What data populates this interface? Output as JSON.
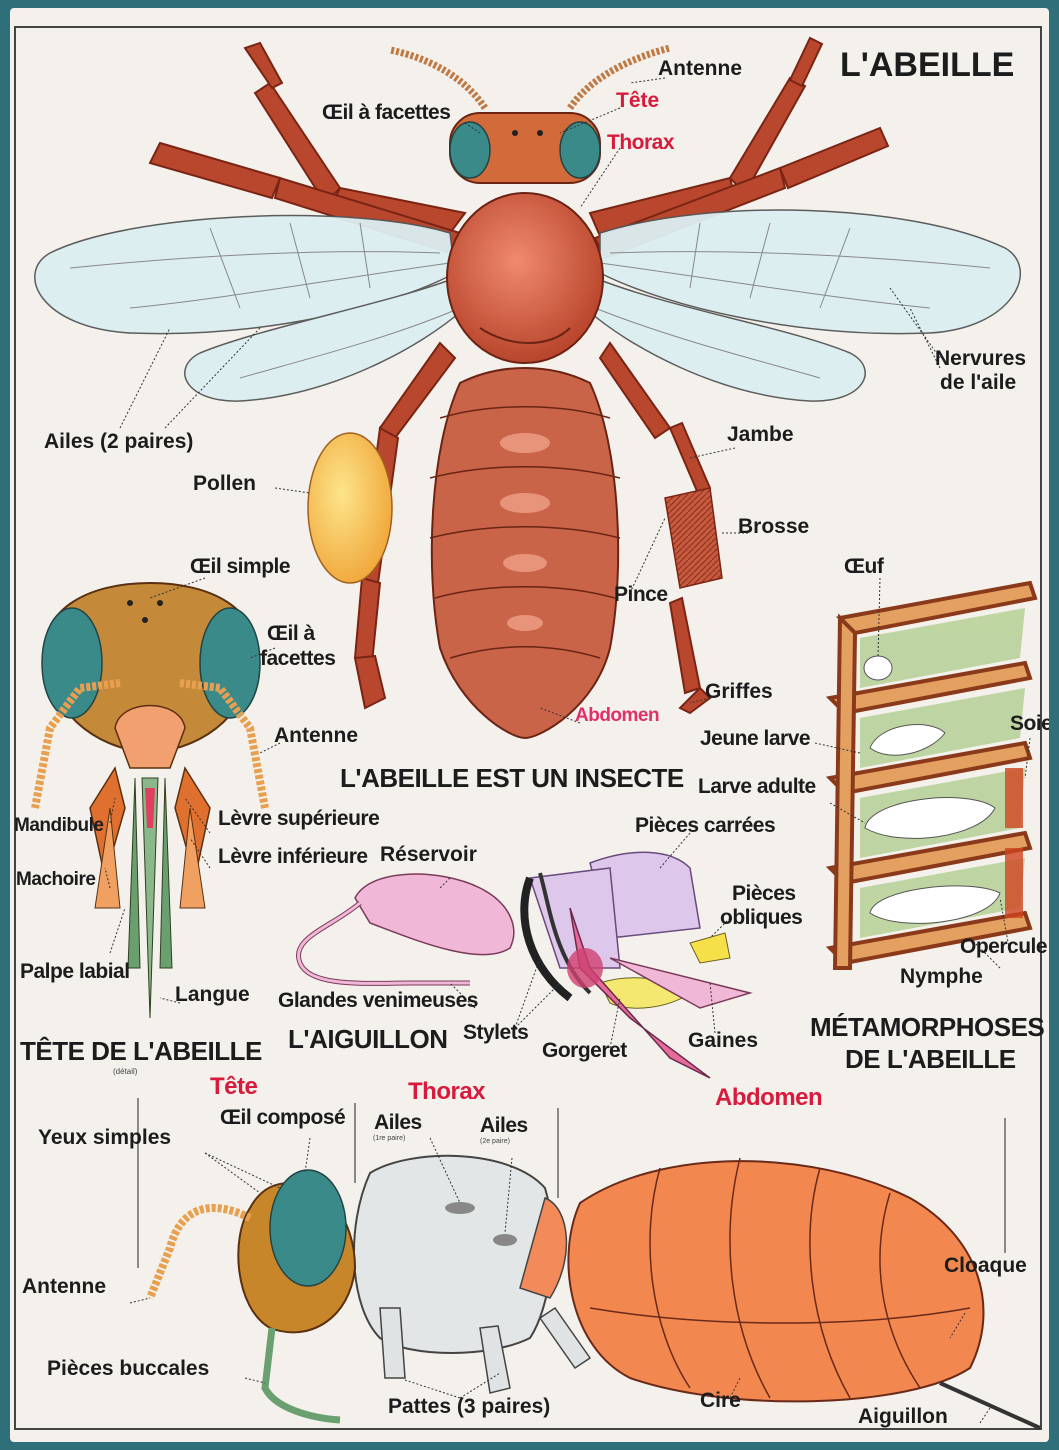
{
  "title": "L'ABEILLE",
  "subtitle": "L'ABEILLE EST UN INSECTE",
  "main_bee_labels": {
    "antenne": "Antenne",
    "tete": "Tête",
    "thorax": "Thorax",
    "oeil_facettes": "Œil à facettes",
    "ailes": "Ailes (2 paires)",
    "nervures_1": "Nervures",
    "nervures_2": "de l'aile",
    "pollen": "Pollen",
    "jambe": "Jambe",
    "brosse": "Brosse",
    "pince": "Pince",
    "griffes": "Griffes",
    "abdomen": "Abdomen"
  },
  "head_section": {
    "title": "TÊTE DE L'ABEILLE",
    "detail": "(détail)",
    "oeil_simple": "Œil simple",
    "oeil_facettes_1": "Œil à",
    "oeil_facettes_2": "facettes",
    "antenne": "Antenne",
    "mandibule": "Mandibule",
    "machoire": "Machoire",
    "levre_sup": "Lèvre supérieure",
    "levre_inf": "Lèvre inférieure",
    "palpe": "Palpe labial",
    "langue": "Langue"
  },
  "sting_section": {
    "title": "L'AIGUILLON",
    "reservoir": "Réservoir",
    "pieces_carrees": "Pièces carrées",
    "pieces_obliques_1": "Pièces",
    "pieces_obliques_2": "obliques",
    "glandes": "Glandes venimeuses",
    "stylets": "Stylets",
    "gorgeret": "Gorgeret",
    "gaines": "Gaines"
  },
  "metamorphosis_section": {
    "title_1": "MÉTAMORPHOSES",
    "title_2": "DE L'ABEILLE",
    "oeuf": "Œuf",
    "soie": "Soie",
    "jeune_larve": "Jeune larve",
    "larve_adulte": "Larve adulte",
    "opercule": "Opercule",
    "nymphe": "Nymphe"
  },
  "side_section": {
    "tete": "Tête",
    "thorax": "Thorax",
    "abdomen": "Abdomen",
    "oeil_compose": "Œil composé",
    "yeux_simples": "Yeux simples",
    "ailes_1": "Ailes",
    "ailes_1_sub": "(1re paire)",
    "ailes_2": "Ailes",
    "ailes_2_sub": "(2e paire)",
    "antenne": "Antenne",
    "pieces_buccales": "Pièces buccales",
    "pattes": "Pattes (3 paires)",
    "cire": "Cire",
    "cloaque": "Cloaque",
    "aiguillon": "Aiguillon"
  },
  "colors": {
    "poster_bg": "#f4f1ec",
    "body_red": "#c8553a",
    "leg_red": "#b8472e",
    "eye_teal": "#3b8a8a",
    "wing": "#dceef2",
    "orange": "#f2874f",
    "pink_sting": "#f0b7d6",
    "lavender": "#ddc8ec",
    "label_red": "#d81b3c"
  }
}
